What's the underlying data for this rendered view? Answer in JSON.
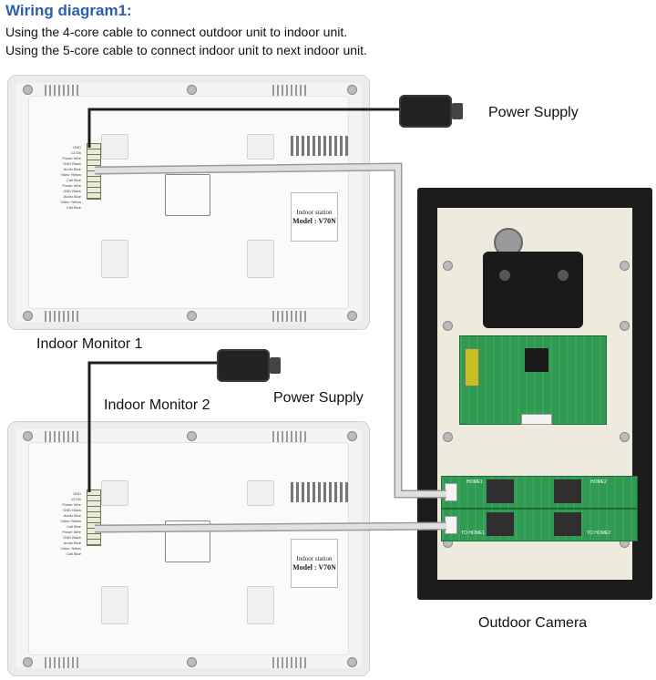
{
  "header": {
    "title": "Wiring diagram1:",
    "line1": "Using the 4-core cable to connect outdoor unit to indoor unit.",
    "line2": "Using the 5-core cable to connect indoor unit to next indoor unit."
  },
  "labels": {
    "power_supply_1": "Power Supply",
    "power_supply_2": "Power Supply",
    "indoor_monitor_1": "Indoor Monitor  1",
    "indoor_monitor_2": "Indoor Monitor 2",
    "outdoor_camera": "Outdoor Camera"
  },
  "monitor_sticker": {
    "line1": "Indoor station",
    "line2": "Model : V70N"
  },
  "pin_labels": [
    "GND",
    "12.5In",
    "Power Wire",
    "GND Black",
    "Audio Blue",
    "Video Yellow",
    "Call Blue",
    "Power Wire",
    "GND Black",
    "Audio Blue",
    "Video Yellow",
    "Call Blue"
  ],
  "board_labels": [
    "HOME1",
    "HOME2",
    "TO HOME1",
    "TO HOME2"
  ],
  "colors": {
    "title": "#2a5fb0",
    "cable_black": "#1e1e1e",
    "cable_gray": "#cfcfcf",
    "board_green": "#2f9a52",
    "camera_frame": "#1c1c1c"
  }
}
